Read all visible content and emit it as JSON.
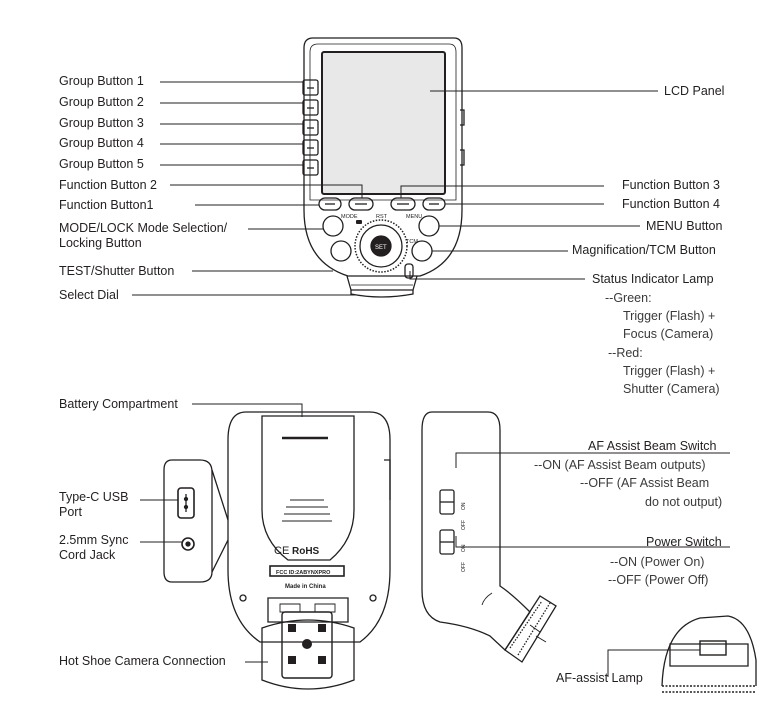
{
  "front_labels_left": [
    "Group Button 1",
    "Group Button 2",
    "Group Button 3",
    "Group Button 4",
    "Group Button 5",
    "Function Button 2",
    "Function Button1",
    "MODE/LOCK Mode Selection/",
    "Locking Button",
    "TEST/Shutter Button",
    "Select Dial"
  ],
  "front_labels_right": [
    "LCD Panel",
    "Function Button 3",
    "Function Button 4",
    "MENU Button",
    "Magnification/TCM Button",
    "Status Indicator Lamp"
  ],
  "status_lamp_notes": [
    "--Green:",
    "Trigger (Flash) +",
    "Focus (Camera)",
    "--Red:",
    "Trigger (Flash) +",
    "Shutter (Camera)"
  ],
  "device_markings": {
    "mode": "MODE",
    "rst": "RST",
    "menu": "MENU",
    "tcm": "TCM",
    "set": "SET",
    "ce": "CE",
    "rohs": "RoHS",
    "fcc": "FCC ID:2ABYNXPRO",
    "made": "Made in China",
    "on": "ON",
    "off": "OFF"
  },
  "back_labels": [
    "Battery Compartment",
    "Type-C USB",
    "Port",
    "2.5mm Sync",
    "Cord Jack",
    "Hot Shoe Camera Connection"
  ],
  "side_labels": {
    "af_title": "AF Assist Beam Switch",
    "af_on": "--ON (AF Assist Beam outputs)",
    "af_off_1": "--OFF (AF Assist Beam",
    "af_off_2": "do not output)",
    "power_title": "Power Switch",
    "power_on": "--ON  (Power On)",
    "power_off": "--OFF (Power Off)",
    "af_lamp": "AF-assist Lamp"
  },
  "colors": {
    "line": "#231f20",
    "body": "#ffffff",
    "lcd": "#e8e8e8"
  }
}
